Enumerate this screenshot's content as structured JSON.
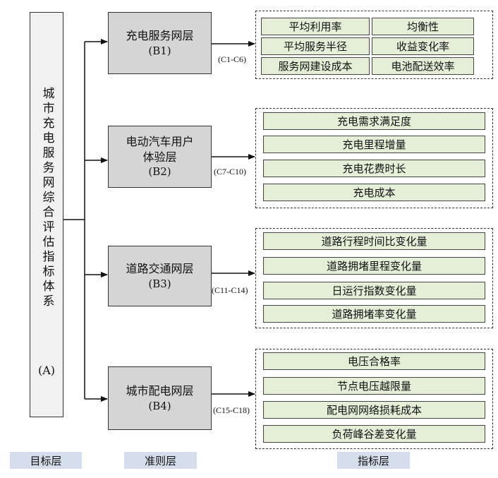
{
  "goal": {
    "title": "城市充电服务网综合评估指标体系",
    "code": "(A)"
  },
  "criteria": [
    {
      "name": "充电服务网层",
      "code": "(B1)",
      "range": "(C1-C6)"
    },
    {
      "name": "电动汽车用户体验层",
      "code": "(B2)",
      "range": "(C7-C10)"
    },
    {
      "name": "道路交通网层",
      "code": "(B3)",
      "range": "(C11-C14)"
    },
    {
      "name": "城市配电网层",
      "code": "(B4)",
      "range": "(C15-C18)"
    }
  ],
  "indicators": {
    "b1": [
      "平均利用率",
      "均衡性",
      "平均服务半径",
      "收益变化率",
      "服务网建设成本",
      "电池配送效率"
    ],
    "b2": [
      "充电需求满足度",
      "充电里程增量",
      "充电花费时长",
      "充电成本"
    ],
    "b3": [
      "道路行程时间比变化量",
      "道路拥堵里程变化量",
      "日运行指数变化量",
      "道路拥堵率变化量"
    ],
    "b4": [
      "电压合格率",
      "节点电压越限量",
      "配电网网络损耗成本",
      "负荷峰谷差变化量"
    ]
  },
  "layers": {
    "goal": "目标层",
    "criteria": "准则层",
    "indicator": "指标层"
  }
}
